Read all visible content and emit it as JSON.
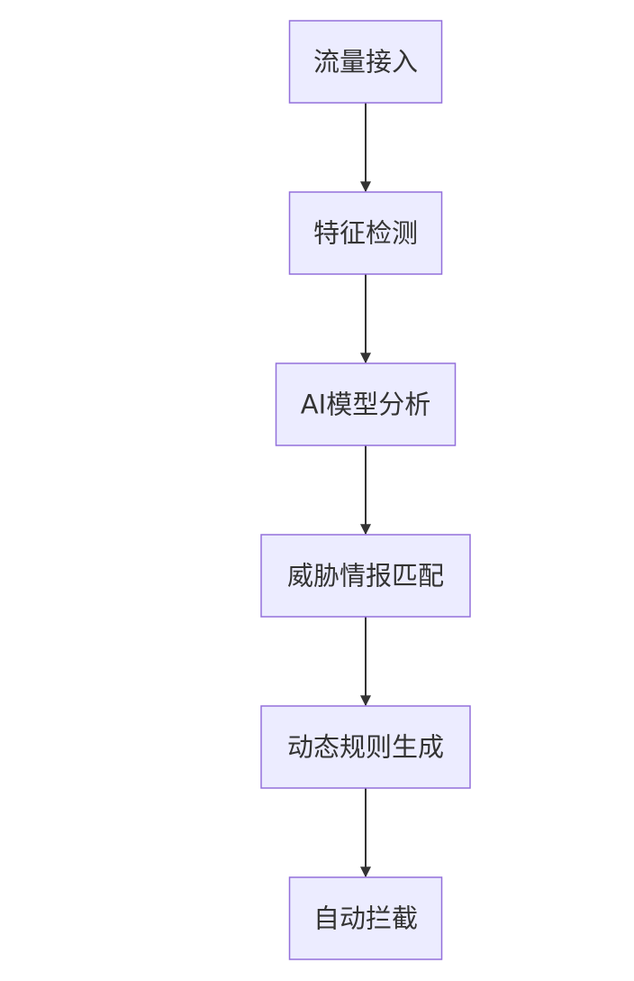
{
  "diagram": {
    "type": "flowchart",
    "direction": "top-to-bottom",
    "colors": {
      "node_fill": "#ECECFF",
      "node_stroke": "#9370DB",
      "edge": "#333333",
      "text": "#333333",
      "background": "#FFFFFF"
    },
    "nodes": [
      {
        "id": "n1",
        "label": "流量接入"
      },
      {
        "id": "n2",
        "label": "特征检测"
      },
      {
        "id": "n3",
        "label": "AI模型分析"
      },
      {
        "id": "n4",
        "label": "威胁情报匹配"
      },
      {
        "id": "n5",
        "label": "动态规则生成"
      },
      {
        "id": "n6",
        "label": "自动拦截"
      }
    ],
    "edges": [
      {
        "from": "n1",
        "to": "n2"
      },
      {
        "from": "n2",
        "to": "n3"
      },
      {
        "from": "n3",
        "to": "n4"
      },
      {
        "from": "n4",
        "to": "n5"
      },
      {
        "from": "n5",
        "to": "n6"
      }
    ]
  }
}
